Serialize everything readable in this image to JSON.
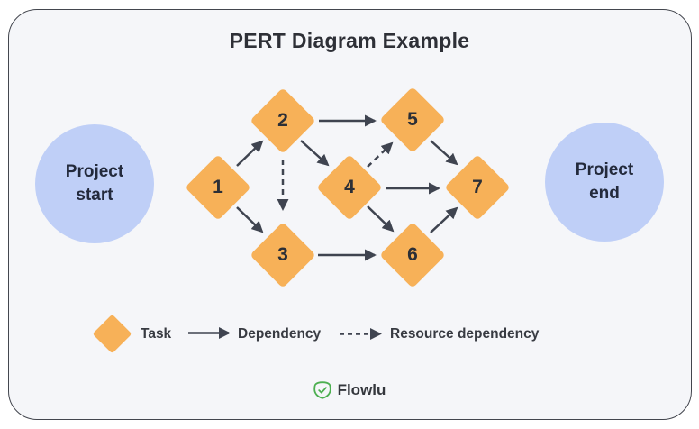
{
  "title": "PERT Diagram Example",
  "terminals": {
    "start": "Project start",
    "end": "Project end"
  },
  "nodes": [
    {
      "label": "1"
    },
    {
      "label": "2"
    },
    {
      "label": "3"
    },
    {
      "label": "4"
    },
    {
      "label": "5"
    },
    {
      "label": "6"
    },
    {
      "label": "7"
    }
  ],
  "edges": [
    {
      "from": "1",
      "to": "2",
      "type": "dependency"
    },
    {
      "from": "1",
      "to": "3",
      "type": "dependency"
    },
    {
      "from": "2",
      "to": "5",
      "type": "dependency"
    },
    {
      "from": "2",
      "to": "4",
      "type": "dependency"
    },
    {
      "from": "2",
      "to": "3",
      "type": "resource-dependency"
    },
    {
      "from": "3",
      "to": "6",
      "type": "dependency"
    },
    {
      "from": "4",
      "to": "5",
      "type": "resource-dependency"
    },
    {
      "from": "4",
      "to": "7",
      "type": "dependency"
    },
    {
      "from": "4",
      "to": "6",
      "type": "dependency"
    },
    {
      "from": "5",
      "to": "7",
      "type": "dependency"
    },
    {
      "from": "6",
      "to": "7",
      "type": "dependency"
    }
  ],
  "legend": {
    "task": "Task",
    "dependency": "Dependency",
    "resource_dependency": "Resource dependency"
  },
  "footer": {
    "brand": "Flowlu",
    "icon": "shield-check-icon"
  },
  "colors": {
    "task_fill": "#f7b158",
    "terminal_fill": "#bfcff7",
    "arrow": "#3f4450",
    "card_background": "#f5f6f9",
    "brand_green": "#4caf50",
    "text_dark": "#2e3037"
  }
}
